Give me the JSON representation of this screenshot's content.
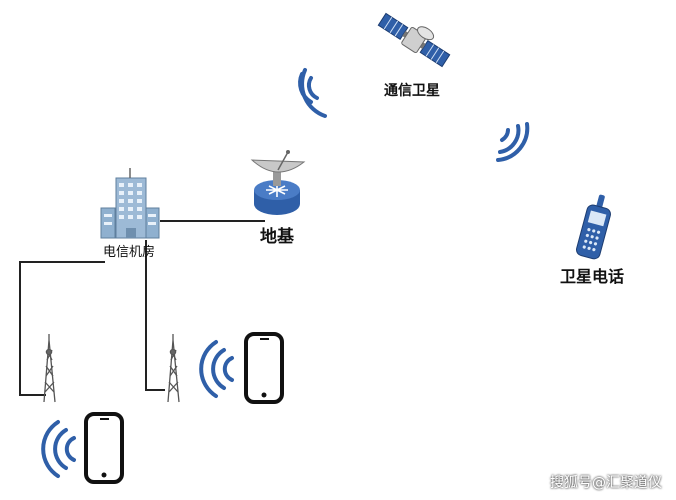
{
  "nodes": {
    "satellite": {
      "label": "通信卫星"
    },
    "ground_station": {
      "label": "地基"
    },
    "telecom_room": {
      "label": "电信机房"
    },
    "satellite_phone": {
      "label": "卫星电话"
    }
  },
  "watermark": "搜狐号@汇聚道仪",
  "colors": {
    "line": "#222222",
    "signal": "#2f5fa8",
    "building": "#8fb0cf",
    "device": "#2f5fa8"
  }
}
